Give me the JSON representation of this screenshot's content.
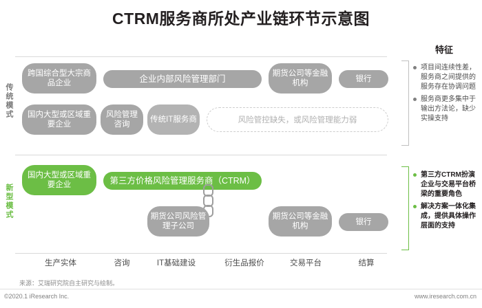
{
  "title": "CTRM服务商所处产业链环节示意图",
  "bands": {
    "traditional": "传统模式",
    "new": "新型模式"
  },
  "traditional_row1": [
    {
      "label": "跨国综合型大宗商品企业",
      "style": "grey"
    },
    {
      "label": "企业内部风险管理部门",
      "style": "grey"
    },
    {
      "label": "期货公司等金融机构",
      "style": "grey"
    },
    {
      "label": "银行",
      "style": "grey"
    }
  ],
  "traditional_row2": [
    {
      "label": "国内大型或区域重要企业",
      "style": "grey"
    },
    {
      "label": "风险管理咨询",
      "style": "grey"
    },
    {
      "label": "传统IT服务商",
      "style": "midgrey"
    },
    {
      "label": "风险管控缺失，或风险管理能力弱",
      "style": "dashed"
    }
  ],
  "new_row1": [
    {
      "label": "国内大型或区域重要企业",
      "style": "green"
    },
    {
      "label": "第三方价格风险管理服务商（CTRM）",
      "style": "green"
    }
  ],
  "new_row2": [
    {
      "label": "期货公司风险管理子公司",
      "style": "grey"
    },
    {
      "label": "期货公司等金融机构",
      "style": "grey"
    },
    {
      "label": "银行",
      "style": "grey"
    }
  ],
  "axis": [
    "生产实体",
    "咨询",
    "IT基础建设",
    "衍生品报价",
    "交易平台",
    "结算"
  ],
  "features": {
    "heading": "特征",
    "traditional": [
      "项目间连续性差，服务商之间提供的服务存在协调问题",
      "服务商更多集中于输出方法论，缺少实操支持"
    ],
    "new": [
      "第三方CTRM扮演企业与交易平台桥梁的重要角色",
      "解决方案一体化集成，提供具体操作层面的支持"
    ]
  },
  "source": "来源：艾瑞研究院自主研究与绘制。",
  "footer": {
    "left": "©2020.1 iResearch Inc.",
    "right": "www.iresearch.com.cn"
  },
  "colors": {
    "green": "#6cbe45",
    "grey": "#a6a6a6",
    "midgrey": "#b3b3b3"
  }
}
